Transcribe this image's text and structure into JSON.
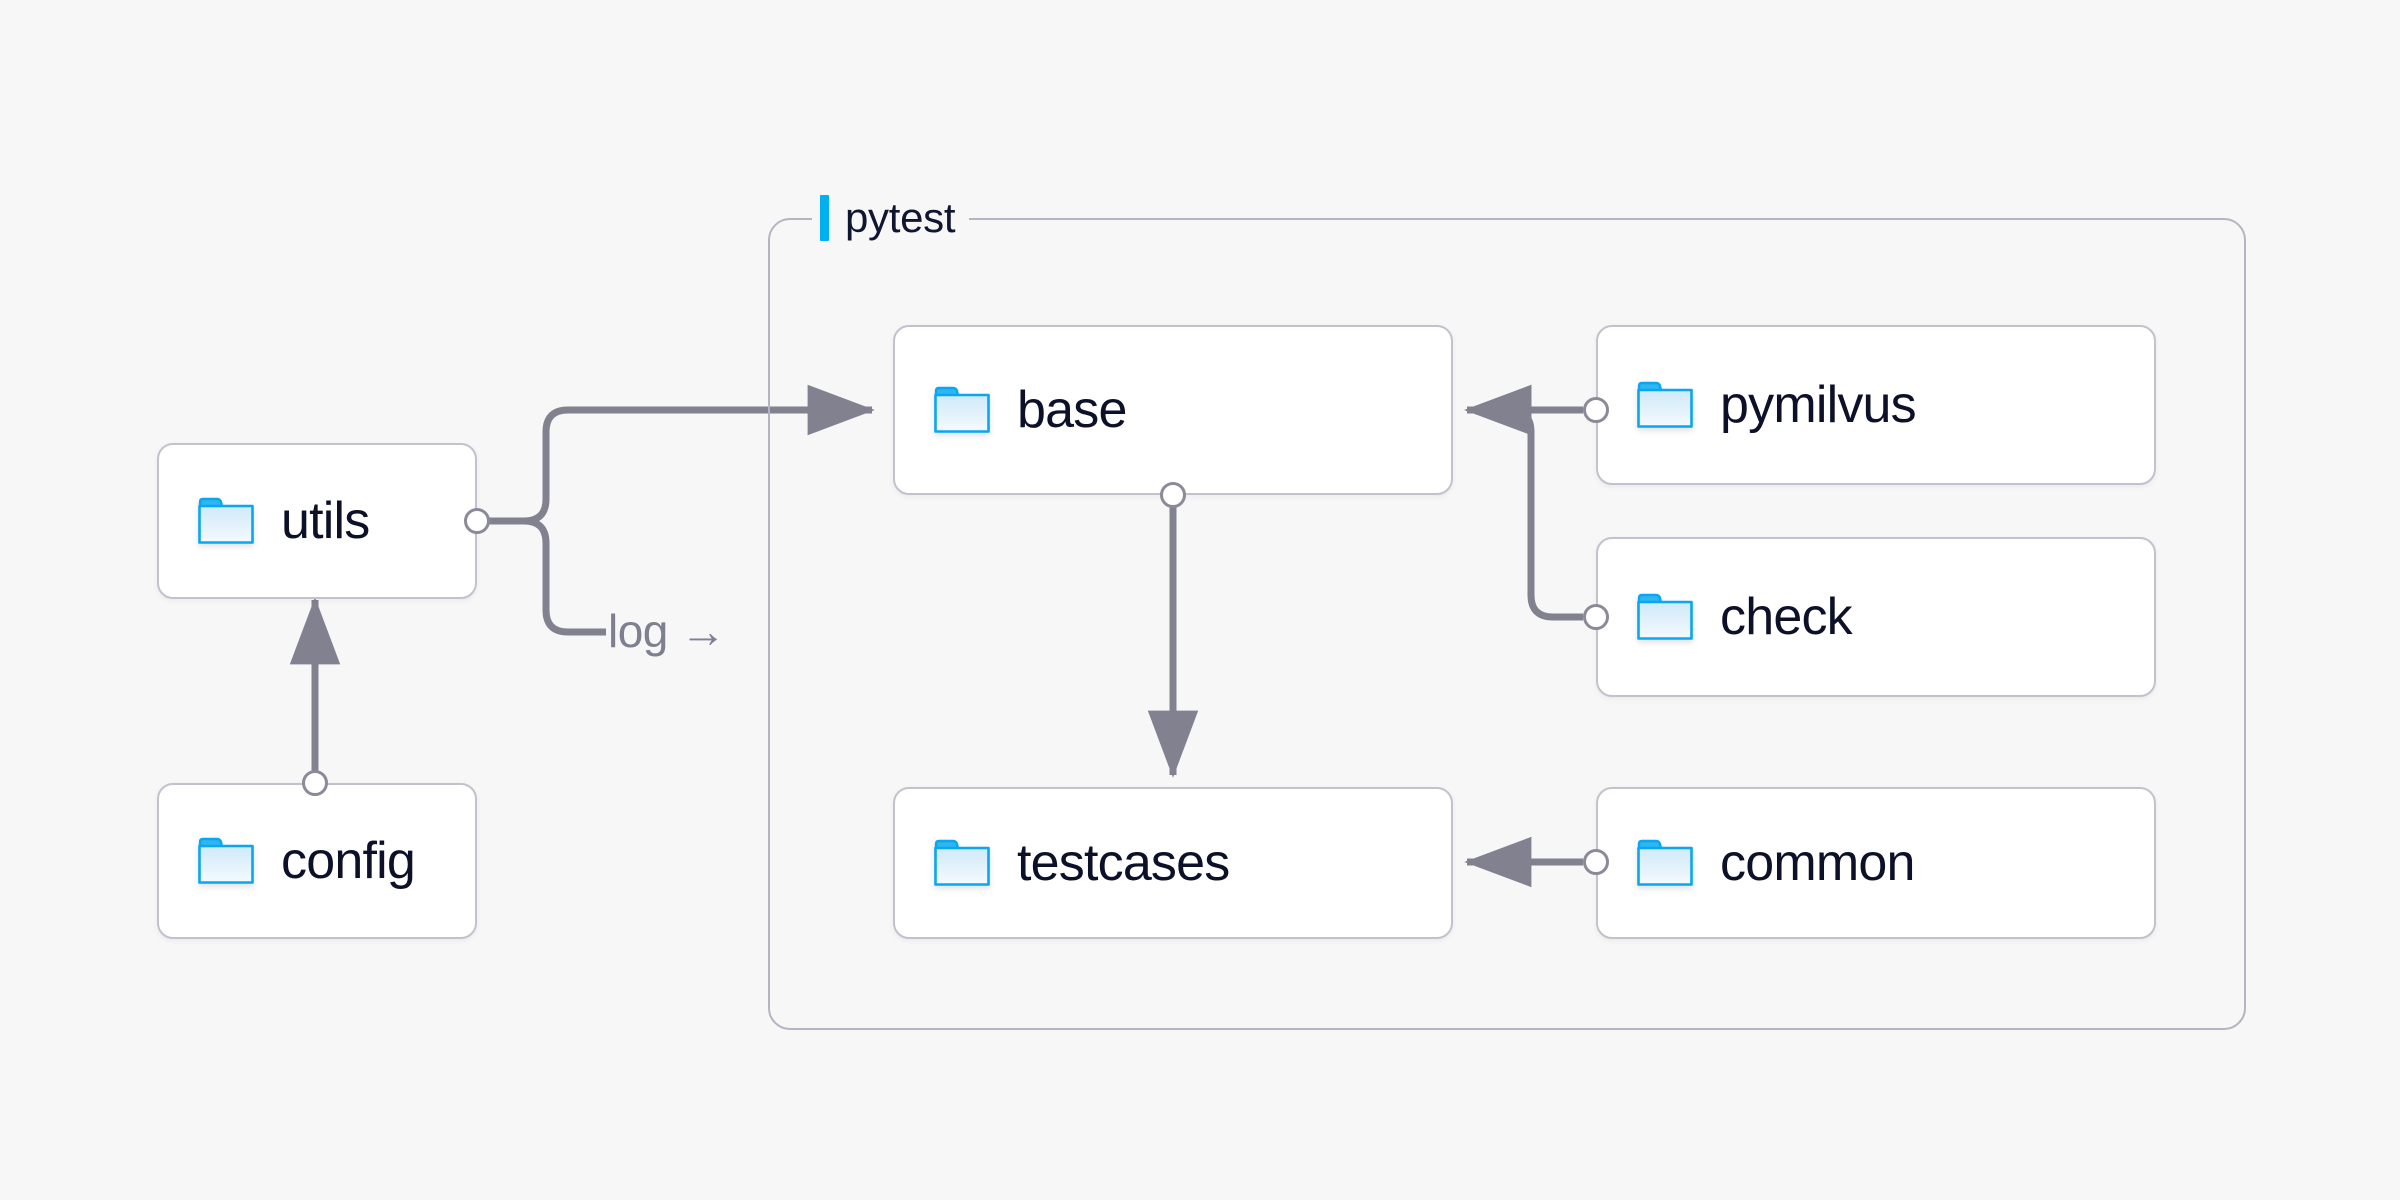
{
  "canvas": {
    "background": "#f7f7f8",
    "edge_color": "#81818f",
    "node_border_color": "#c3c1ce",
    "group_border_color": "#b6b4c2",
    "accent_color": "#00b0f0",
    "text_color": "#0c1129",
    "muted_text_color": "#7e8090"
  },
  "group": {
    "title": "pytest",
    "accent_name": "accent-bar"
  },
  "nodes": [
    {
      "id": "utils",
      "label": "utils",
      "icon": "folder-icon"
    },
    {
      "id": "config",
      "label": "config",
      "icon": "folder-icon"
    },
    {
      "id": "base",
      "label": "base",
      "icon": "folder-icon"
    },
    {
      "id": "testcases",
      "label": "testcases",
      "icon": "folder-icon"
    },
    {
      "id": "pymilvus",
      "label": "pymilvus",
      "icon": "folder-icon"
    },
    {
      "id": "check",
      "label": "check",
      "icon": "folder-icon"
    },
    {
      "id": "common",
      "label": "common",
      "icon": "folder-icon"
    }
  ],
  "edges": [
    {
      "id": "utils-base",
      "from": "utils",
      "to": "base",
      "label": ""
    },
    {
      "id": "utils-log",
      "from": "utils",
      "to": "",
      "label": "log →"
    },
    {
      "id": "config-utils",
      "from": "config",
      "to": "utils",
      "label": ""
    },
    {
      "id": "base-testcases",
      "from": "base",
      "to": "testcases",
      "label": ""
    },
    {
      "id": "pymilvus-base",
      "from": "pymilvus",
      "to": "base",
      "label": ""
    },
    {
      "id": "check-base",
      "from": "check",
      "to": "base",
      "label": ""
    },
    {
      "id": "common-testcases",
      "from": "common",
      "to": "testcases",
      "label": ""
    }
  ]
}
